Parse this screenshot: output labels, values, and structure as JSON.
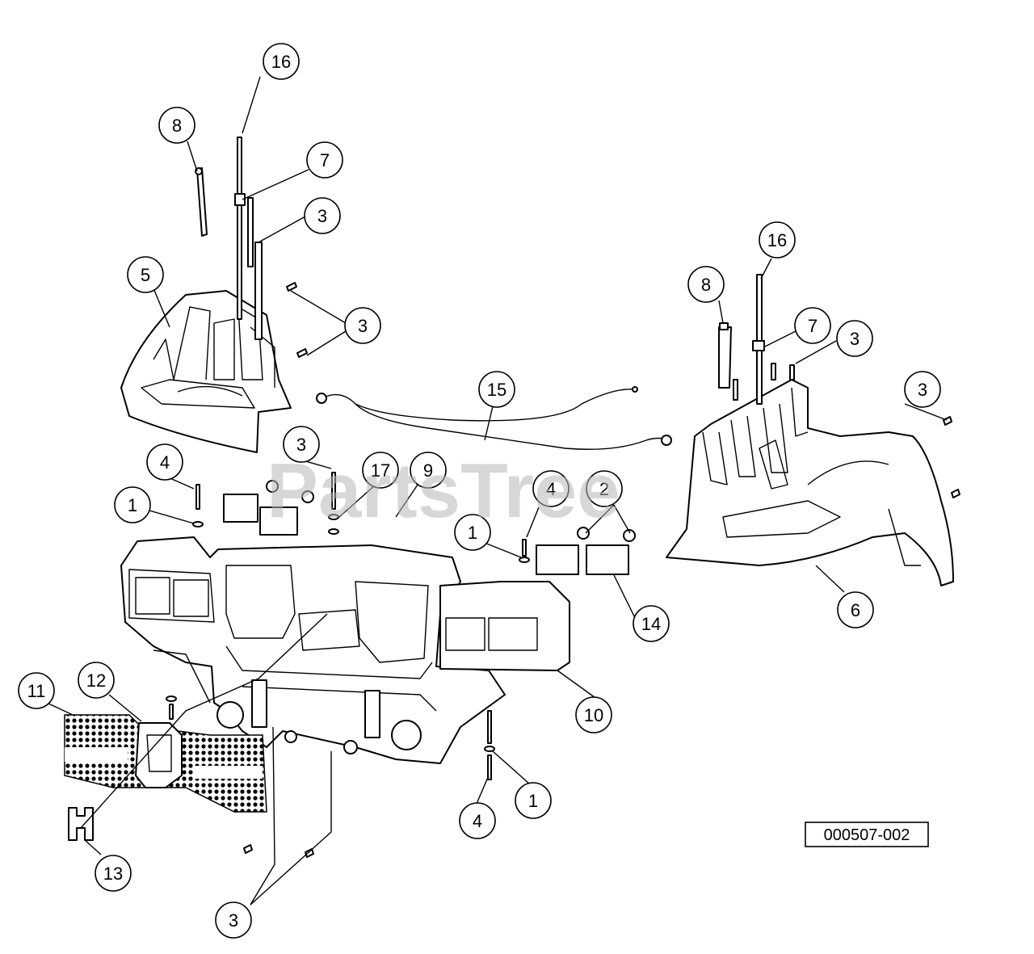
{
  "watermark": "PartsTree",
  "reference_number": "000507-002",
  "callouts": [
    {
      "label": "16"
    },
    {
      "label": "8"
    },
    {
      "label": "7"
    },
    {
      "label": "3"
    },
    {
      "label": "5"
    },
    {
      "label": "3"
    },
    {
      "label": "15"
    },
    {
      "label": "3"
    },
    {
      "label": "4"
    },
    {
      "label": "17"
    },
    {
      "label": "9"
    },
    {
      "label": "1"
    },
    {
      "label": "4"
    },
    {
      "label": "2"
    },
    {
      "label": "1"
    },
    {
      "label": "14"
    },
    {
      "label": "10"
    },
    {
      "label": "11"
    },
    {
      "label": "12"
    },
    {
      "label": "13"
    },
    {
      "label": "1"
    },
    {
      "label": "4"
    },
    {
      "label": "3"
    },
    {
      "label": "16"
    },
    {
      "label": "8"
    },
    {
      "label": "7"
    },
    {
      "label": "3"
    },
    {
      "label": "3"
    },
    {
      "label": "6"
    }
  ]
}
